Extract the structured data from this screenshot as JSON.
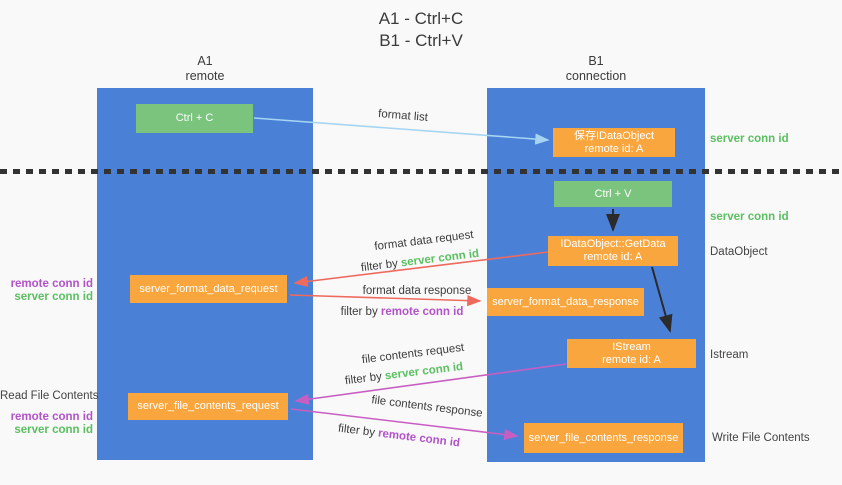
{
  "title": {
    "line1": "A1 - Ctrl+C",
    "line2": "B1 - Ctrl+V"
  },
  "columns": {
    "a1": {
      "name": "A1",
      "subtitle": "remote"
    },
    "b1": {
      "name": "B1",
      "subtitle": "connection"
    }
  },
  "nodes": {
    "ctrl_c": {
      "label": "Ctrl + C"
    },
    "save_idataobject": {
      "line1": "保存IDataObject",
      "line2": "remote id: A"
    },
    "ctrl_v": {
      "label": "Ctrl + V"
    },
    "getdata": {
      "line1": "IDataObject::GetData",
      "line2": "remote id: A"
    },
    "format_request": {
      "label": "server_format_data_request"
    },
    "format_response": {
      "label": "server_format_data_response"
    },
    "istream": {
      "line1": "IStream",
      "line2": "remote id: A"
    },
    "file_request": {
      "label": "server_file_contents_request"
    },
    "file_response": {
      "label": "server_file_contents_response"
    }
  },
  "edge_labels": {
    "format_list": "format list",
    "format_data_request": "format data request",
    "format_data_response": "format data response",
    "file_contents_request": "file contents request",
    "file_contents_response": "file contents response",
    "filter_by": "filter by",
    "server_conn_id": "server conn id",
    "remote_conn_id": "remote conn id"
  },
  "right_labels": {
    "server_conn_id_1": "server conn id",
    "server_conn_id_2": "server conn id",
    "dataobject": "DataObject",
    "istream": "Istream",
    "write_file_contents": "Write File Contents"
  },
  "left_labels": {
    "remote_conn_id_1": "remote conn id",
    "server_conn_id_1": "server conn id",
    "read_file_contents": "Read File Contents",
    "remote_conn_id_2": "remote conn id",
    "server_conn_id_2": "server conn id"
  },
  "colors": {
    "lane_blue": "#4a80d6",
    "node_green": "#7ac47d",
    "node_orange": "#f9a63e",
    "text_green": "#5bbf61",
    "text_purple": "#b253c8",
    "arrow_blue": "#a5d5f2",
    "arrow_red": "#ee6a5e",
    "arrow_magenta": "#c75fc3",
    "arrow_black": "#2b2b2b"
  }
}
